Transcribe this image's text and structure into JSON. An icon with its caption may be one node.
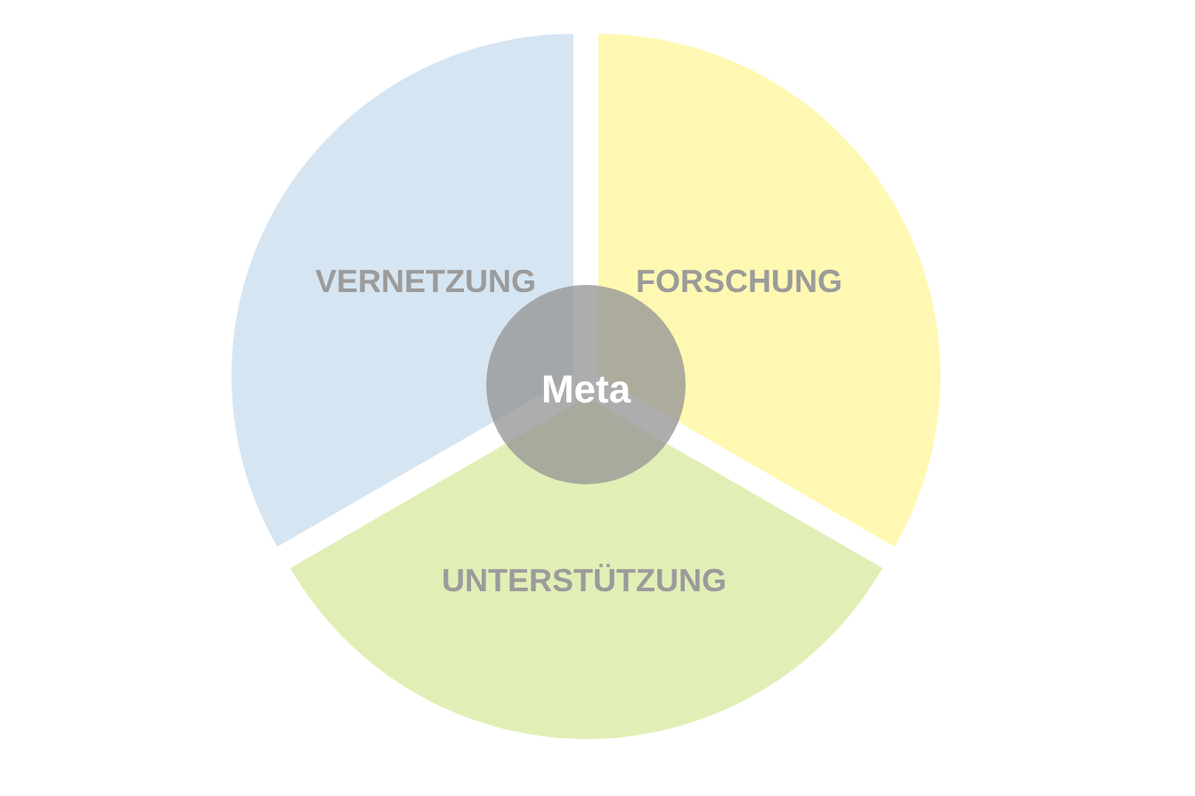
{
  "diagram": {
    "nodes": [
      {
        "text": [
          "VERNETZUNG"
        ]
      },
      {
        "text": [
          "FORSCHUNG"
        ]
      },
      {
        "text": [
          "Meta"
        ]
      },
      {
        "text": [
          "UNTERSTÜTZUNG"
        ]
      }
    ]
  }
}
